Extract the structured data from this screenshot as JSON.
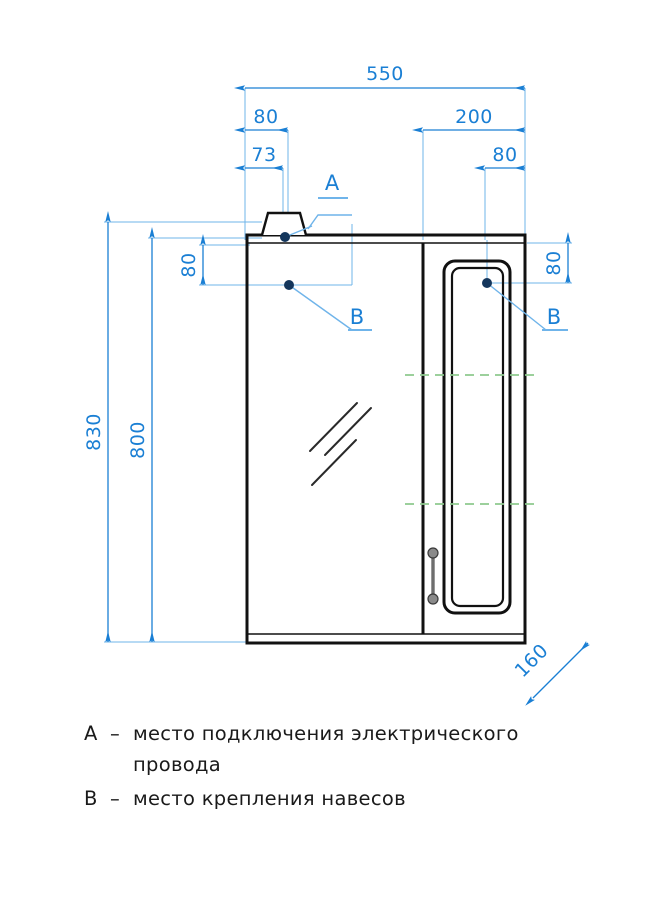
{
  "drawing": {
    "title": "Bathroom mirror cabinet technical drawing",
    "units": "mm",
    "colors": {
      "dimension": "#1a7fd4",
      "outline": "#111111",
      "shelf": "#8fc98f",
      "point": "#14365c",
      "handle": "#6e6e6e",
      "legend": "#1a1a1a"
    },
    "dimensions": {
      "overall_width": "550",
      "left_offset_80": "80",
      "left_offset_73": "73",
      "right_section_200": "200",
      "right_offset_80": "80",
      "overall_height": "830",
      "body_height": "800",
      "left_mount_from_top": "80",
      "right_mount_from_top": "80",
      "depth": "160"
    },
    "markers": {
      "a_label": "A",
      "b_label_left": "B",
      "b_label_right": "B"
    },
    "legend": {
      "items": [
        {
          "key": "А",
          "dash": "–",
          "line1": "место подключения электрического",
          "line2": "провода"
        },
        {
          "key": "В",
          "dash": "–",
          "line1": "место крепления навесов",
          "line2": ""
        }
      ]
    }
  }
}
